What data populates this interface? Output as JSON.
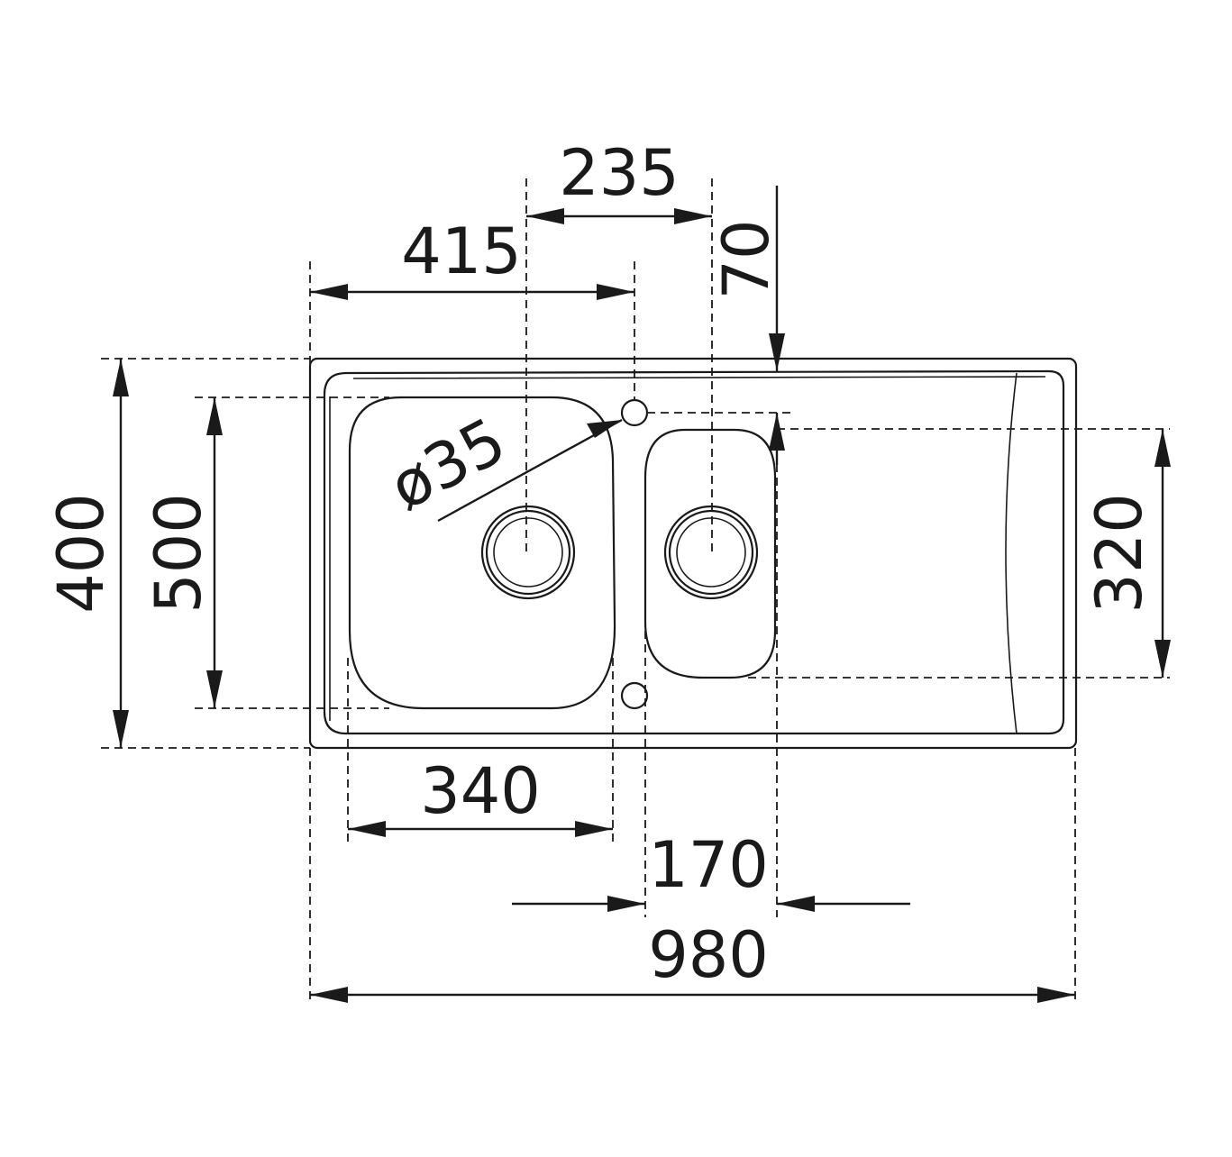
{
  "dimensions": {
    "width_235": "235",
    "width_415": "415",
    "height_70": "70",
    "height_400": "400",
    "height_500": "500",
    "height_320": "320",
    "diameter_35": "ø35",
    "width_340": "340",
    "width_170": "170",
    "width_980": "980"
  },
  "colors": {
    "line": "#1a1a1a",
    "background": "#ffffff"
  }
}
